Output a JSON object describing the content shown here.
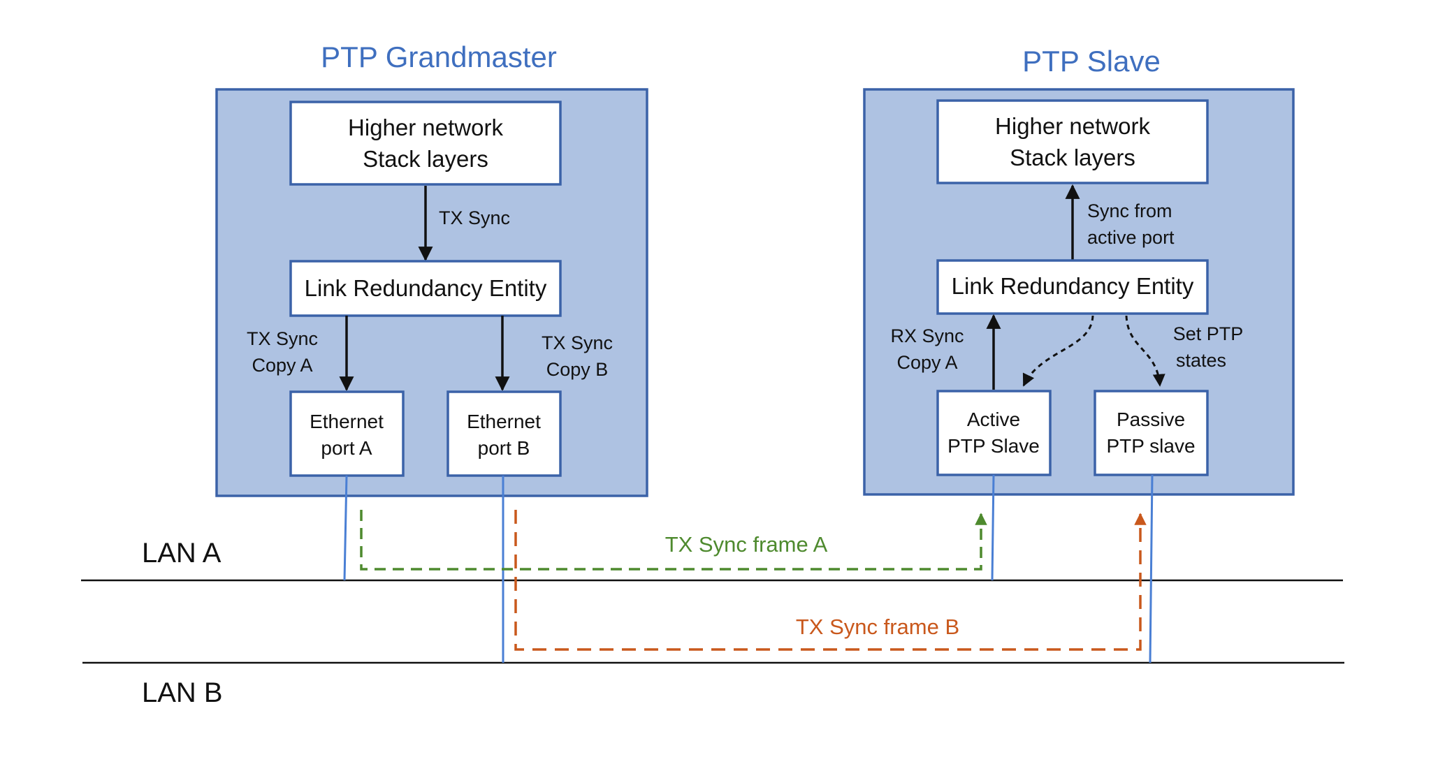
{
  "grandmaster": {
    "title": "PTP Grandmaster",
    "higher_stack": [
      "Higher network",
      "Stack layers"
    ],
    "tx_sync_label": "TX Sync",
    "lre": "Link Redundancy Entity",
    "copy_a_label": [
      "TX Sync",
      "Copy A"
    ],
    "copy_b_label": [
      "TX Sync",
      "Copy B"
    ],
    "port_a": [
      "Ethernet",
      "port A"
    ],
    "port_b": [
      "Ethernet",
      "port B"
    ]
  },
  "slave": {
    "title": "PTP Slave",
    "higher_stack": [
      "Higher network",
      "Stack layers"
    ],
    "sync_from_label": [
      "Sync from",
      "active port"
    ],
    "lre": "Link Redundancy Entity",
    "rx_copy_label": [
      "RX  Sync",
      "Copy A"
    ],
    "set_states_label": [
      "Set PTP",
      "states"
    ],
    "active": [
      "Active",
      "PTP Slave"
    ],
    "passive": [
      "Passive",
      "PTP slave"
    ]
  },
  "lans": {
    "lan_a": "LAN A",
    "lan_b": "LAN B"
  },
  "frames": {
    "frame_a": "TX Sync frame A",
    "frame_b": "TX Sync frame B"
  },
  "colors": {
    "panel_fill": "#aec2e2",
    "panel_border": "#3b62a8",
    "title_blue": "#3f6fbf",
    "frame_a_green": "#4e8a2e",
    "frame_b_orange": "#c9581c",
    "port_line_blue": "#4a7fd4"
  }
}
